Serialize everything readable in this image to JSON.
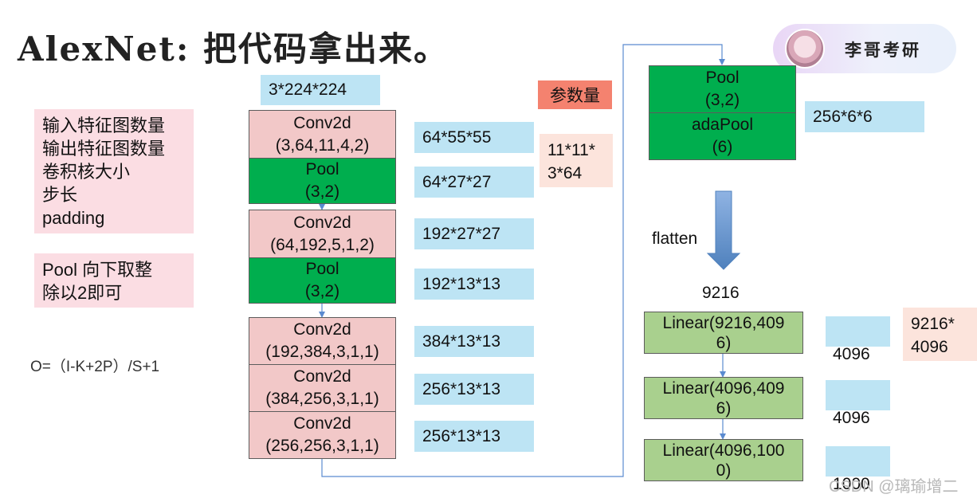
{
  "title": "AlexNet: 把代码拿出来。",
  "badge": {
    "text": "李哥考研"
  },
  "notes": {
    "conv_params": "输入特征图数量\n输出特征图数量\n卷积核大小\n步长\npadding",
    "pool": "Pool 向下取整\n除以2即可",
    "formula": "O=（I-K+2P）/S+1"
  },
  "input_size": "3*224*224",
  "params_label": "参数量",
  "params_value": "11*11*\n3*64",
  "layers": {
    "conv1": "Conv2d\n(3,64,11,4,2)",
    "pool1": "Pool\n(3,2)",
    "conv2": "Conv2d\n(64,192,5,1,2)",
    "pool2": "Pool\n(3,2)",
    "conv3": "Conv2d\n(192,384,3,1,1)",
    "conv4": "Conv2d\n(384,256,3,1,1)",
    "conv5": "Conv2d\n(256,256,3,1,1)",
    "pool3": "Pool\n(3,2)",
    "adapool": "adaPool\n(6)",
    "linear1": "Linear(9216,409\n6)",
    "linear2": "Linear(4096,409\n6)",
    "linear3": "Linear(4096,100\n0)"
  },
  "shapes": {
    "conv1": "64*55*55",
    "pool1": "64*27*27",
    "conv2": "192*27*27",
    "pool2": "192*13*13",
    "conv3": "384*13*13",
    "conv4": "256*13*13",
    "conv5": "256*13*13",
    "adapool": "256*6*6",
    "linear1": "4096",
    "linear2": "4096",
    "linear3": "1000"
  },
  "flatten_label": "flatten",
  "flatten_size": "9216",
  "fc_params": "9216*\n4096",
  "watermark": "CSDN @璃瑜增二",
  "colors": {
    "conv": "#f2c8c8",
    "pool": "#00ae4e",
    "linear": "#a9d08e",
    "shape_box": "#bde4f4",
    "note_box": "#fbdde3",
    "params_label": "#f4826f",
    "arrow": "#4f81bd"
  }
}
